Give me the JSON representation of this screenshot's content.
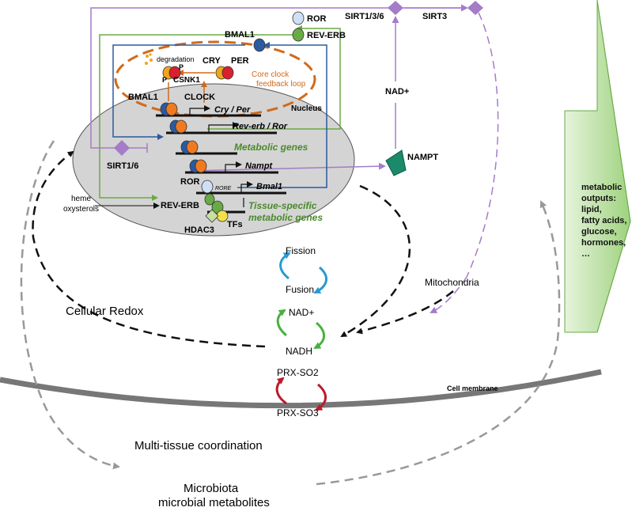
{
  "labels": {
    "ror_top": "ROR",
    "rev_erb_top": "REV-ERB",
    "bmal1_top": "BMAL1",
    "degradation": "degradation",
    "p_small_1": "P",
    "p_small_2": "P",
    "csnk1": "CSNK1",
    "cry": "CRY",
    "per": "PER",
    "core_loop": "Core clock",
    "core_loop_2": "feedback loop",
    "bmal1_clock_1": "BMAL1",
    "bmal1_clock_2": "CLOCK",
    "nucleus": "Nucleus",
    "gene_cry_per": "Cry / Per",
    "gene_reverb_ror": "Rev-erb / Ror",
    "gene_metabolic": "Metabolic genes",
    "gene_nampt": "Nampt",
    "gene_bmal1": "Bmal1",
    "rore": "RORE",
    "ror_lower": "ROR",
    "rev_erb_lower": "REV-ERB",
    "tissue_specific_1": "Tissue-specific",
    "tissue_specific_2": "metabolic genes",
    "hdac3": "HDAC3",
    "tfs": "TFs",
    "sirt16": "SIRT1/6",
    "heme": "heme",
    "oxysterols": "oxysterols",
    "sirt136": "SIRT1/3/6",
    "sirt3": "SIRT3",
    "nad_plus_top": "NAD+",
    "nampt": "NAMPT",
    "fission": "Fission",
    "fusion": "Fusion",
    "nad_plus": "NAD+",
    "nadh": "NADH",
    "prx_so2": "PRX-SO2",
    "prx_so3": "PRX-SO3",
    "mitochondria": "Mitochondria",
    "cellular_redox": "Cellular Redox",
    "cell_membrane": "Cell membrane",
    "multi_tissue": "Multi-tissue coordination",
    "microbiota_1": "Microbiota",
    "microbiota_2": "microbial metabolites"
  },
  "metabolic_outputs": {
    "lines": [
      "metabolic",
      "outputs:",
      "lipid,",
      "fatty acids,",
      "glucose,",
      "hormones,",
      "…"
    ]
  },
  "colors": {
    "purple": "#a47cc8",
    "green": "#6aaa44",
    "blue": "#2a5aa0",
    "orange": "#d06a1a",
    "nucleus_fill": "#d4d4d4",
    "arrow_fill": "#cfe8c0"
  }
}
